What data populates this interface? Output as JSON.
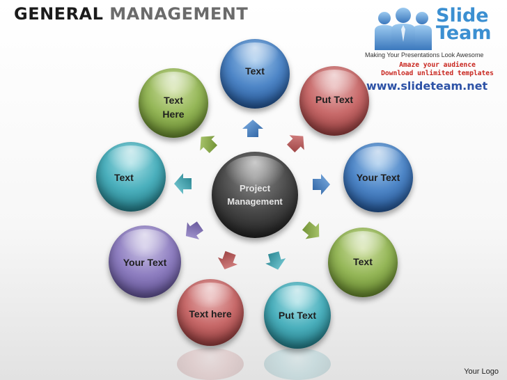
{
  "title": {
    "part1": "GENERAL",
    "part2": "MANAGEMENT"
  },
  "logo": {
    "brand_line1": "Slide",
    "brand_line2": "Team",
    "tagline": "Making Your Presentations Look Awesome",
    "promo_line1": "Amaze your audience",
    "promo_line2": "Download unlimited templates",
    "url": "www.slideteam.net"
  },
  "center": {
    "line1": "Project",
    "line2": "Management"
  },
  "nodes": [
    {
      "id": "top",
      "line1": "Text",
      "line2": "",
      "color": "#4e86c7"
    },
    {
      "id": "top-right",
      "line1": "Put Text",
      "line2": "",
      "color": "#c86a6a"
    },
    {
      "id": "right",
      "line1": "Your Text",
      "line2": "",
      "color": "#4e86c7"
    },
    {
      "id": "bottom-right",
      "line1": "Text",
      "line2": "",
      "color": "#95b758"
    },
    {
      "id": "bottom-center-right",
      "line1": "Put Text",
      "line2": "",
      "color": "#4bb0bd"
    },
    {
      "id": "bottom-center-left",
      "line1": "Text here",
      "line2": "",
      "color": "#c86a6a"
    },
    {
      "id": "bottom-left",
      "line1": "Your Text",
      "line2": "",
      "color": "#8f7fc1"
    },
    {
      "id": "left",
      "line1": "Text",
      "line2": "",
      "color": "#4bb0bd"
    },
    {
      "id": "top-left",
      "line1": "Text",
      "line2": "Here",
      "color": "#95b758"
    }
  ],
  "footer": {
    "logo_text": "Your Logo"
  }
}
